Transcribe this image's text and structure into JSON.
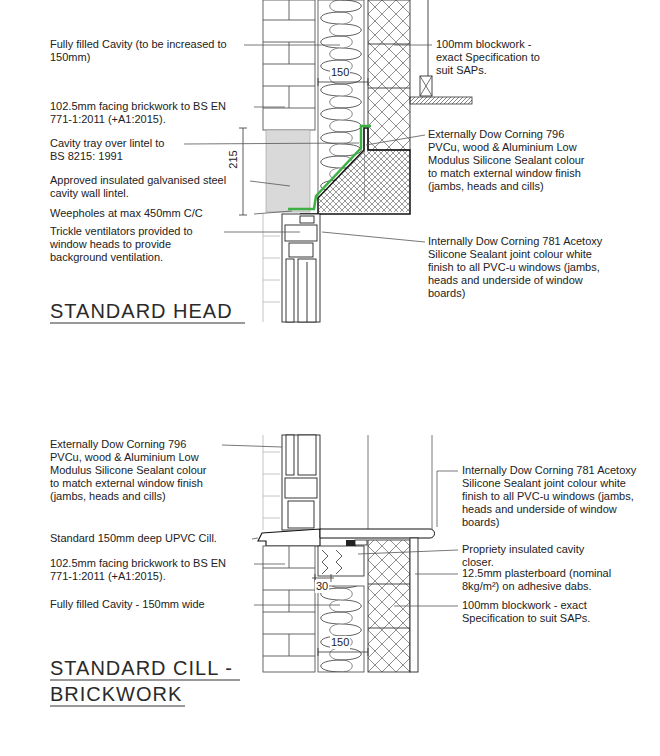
{
  "diagram": {
    "labels": [
      "Fully filled Cavity (to be increased to 150mm)",
      "150",
      "100mm blockwork - exact Specification to suit SAPs.",
      "102.5mm facing brickwork to BS EN 771-1:2011 (+A1:2015).",
      "Cavity tray over lintel to BS 8215: 1991",
      "215",
      "Approved insulated galvanised steel cavity wall lintel.",
      "Weepholes at max 450mm C/C",
      "Trickle ventilators provided to window heads to provide background ventilation.",
      "Externally Dow Corning 796 PVCu, wood & Aluminium Low Modulus Silicone Sealant colour to match external window finish (jambs, heads and cills)",
      "Internally Dow Corning 781 Acetoxy Silicone Sealant joint colour white finish to all PVC-u windows (jambs, heads and underside of window boards)",
      "STANDARD HEAD",
      "Externally Dow Corning 796 PVCu, wood & Aluminium Low Modulus Silicone Sealant colour to match external window finish (jambs, heads and cills)",
      "Standard 150mm deep UPVC Cill.",
      "102.5mm facing brickwork to BS EN 771-1:2011 (+A1:2015).",
      "Fully filled Cavity - 150mm wide",
      "30",
      "150",
      "Internally Dow Corning 781 Acetoxy Silicone Sealant joint colour white finish to all PVC-u windows (jambs, heads and underside of window boards)",
      "Propriety insulated cavity closer.",
      "12.5mm plasterboard (nominal 8kg/m²) on adhesive dabs.",
      "100mm blockwork - exact Specification to suit SAPs.",
      "STANDARD CILL - BRICKWORK"
    ]
  }
}
